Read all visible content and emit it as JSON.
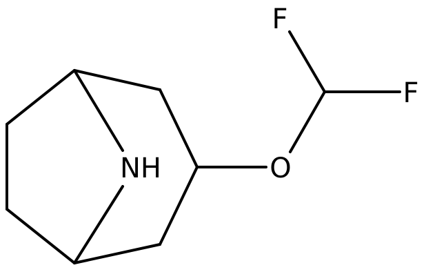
{
  "molecule": {
    "atoms": {
      "nh": "NH",
      "o": "O",
      "f_top": "F",
      "f_right": "F"
    }
  },
  "colors": {
    "bond": "#000000",
    "label": "#000000",
    "background": "#ffffff"
  }
}
